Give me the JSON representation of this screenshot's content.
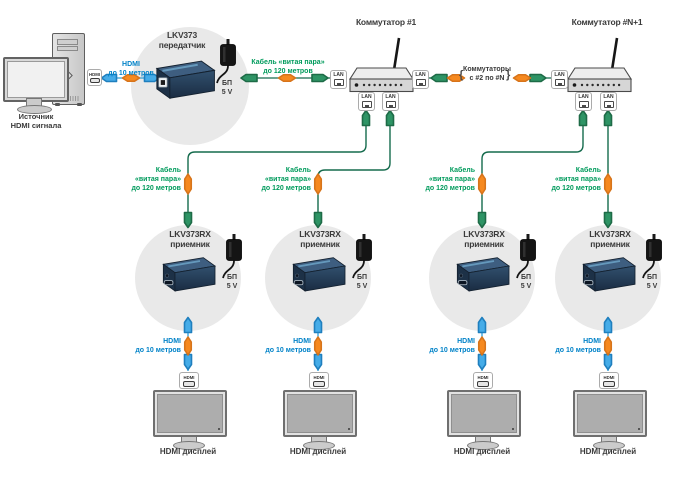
{
  "diagram": {
    "source": {
      "line1": "Источник",
      "line2": "HDMI сигнала"
    },
    "hdmi_badge": "HDMI",
    "lan_badge": "LAN",
    "hdmi_cable": {
      "line1": "HDMI",
      "line2": "до 10 метров"
    },
    "tp_cable_h": {
      "line1": "Кабель «витая пара»",
      "line2": "до 120 метров"
    },
    "tp_cable_v": {
      "line1": "Кабель",
      "line2": "«витая пара»",
      "line3": "до 120 метров"
    },
    "transmitter": {
      "line1": "LKV373",
      "line2": "передатчик"
    },
    "receiver": {
      "line1": "LKV373RX",
      "line2": "приемник"
    },
    "psu": {
      "line1": "БП",
      "line2": "5 V"
    },
    "switch1_title": "Коммутатор #1",
    "switchN_title": "Коммутатор #N+1",
    "middle": {
      "line1": "Коммутаторы",
      "line2": "с #2 по #N",
      "lbrace": "{",
      "rbrace": "}"
    },
    "display_label": "HDMI дисплей",
    "colors": {
      "line_green": "#156B4D",
      "arrow_green": "#2E9465",
      "arrow_green_edge": "#1E6B47",
      "line_blue": "#2D9FD8",
      "arrow_blue": "#45ACE8",
      "arrow_blue_edge": "#1F7FBE",
      "orange": "#F6891F",
      "orange_edge": "#D7741B",
      "text_green": "#009B5C",
      "text_blue": "#0082C8",
      "text_dark": "#3A3A3A"
    }
  }
}
